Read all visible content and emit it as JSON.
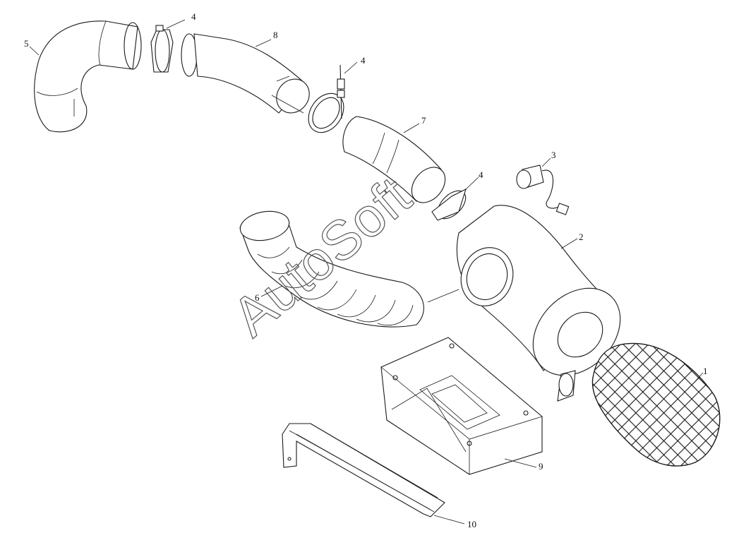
{
  "diagram": {
    "callouts": [
      {
        "id": "c1",
        "text": "1"
      },
      {
        "id": "c2",
        "text": "2"
      },
      {
        "id": "c3",
        "text": "3"
      },
      {
        "id": "c4a",
        "text": "4"
      },
      {
        "id": "c4b",
        "text": "4"
      },
      {
        "id": "c4c",
        "text": "4"
      },
      {
        "id": "c5",
        "text": "5"
      },
      {
        "id": "c6",
        "text": "6"
      },
      {
        "id": "c7",
        "text": "7"
      },
      {
        "id": "c8",
        "text": "8"
      },
      {
        "id": "c9",
        "text": "9"
      },
      {
        "id": "c10",
        "text": "10"
      }
    ],
    "watermark": "AutoSoft",
    "line_color": "#1a1a1a"
  }
}
